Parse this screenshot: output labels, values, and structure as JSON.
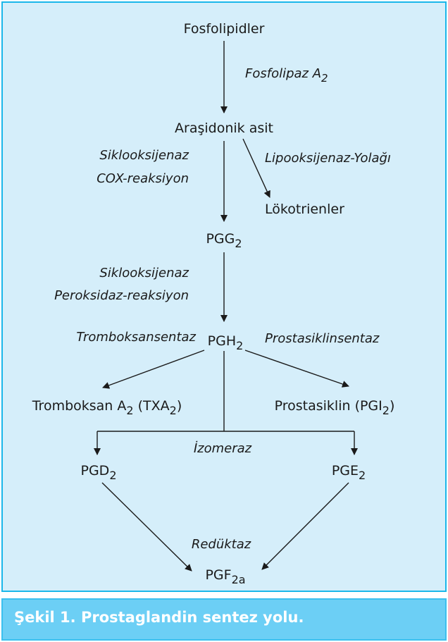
{
  "nodes": {
    "fosfolipidler": "Fosfolipidler",
    "arasidonik": "Araşidonik asit",
    "lokotrienler": "Lökotrienler",
    "pgg": {
      "main": "PGG",
      "sub": "2"
    },
    "pgh": {
      "main": "PGH",
      "sub": "2"
    },
    "txa": {
      "a": "Tromboksan A",
      "s1": "2",
      "b": " (TXA",
      "s2": "2",
      "c": ")"
    },
    "pgi": {
      "a": "Prostasiklin (PGI",
      "s1": "2",
      "b": ")"
    },
    "pgd": {
      "main": "PGD",
      "sub": "2"
    },
    "pge": {
      "main": "PGE",
      "sub": "2"
    },
    "pgf": {
      "main": "PGF",
      "sub": "2a"
    }
  },
  "enzymes": {
    "fosfolipaz": {
      "main": "Fosfolipaz A",
      "sub": "2"
    },
    "cox_1": "Siklooksijenaz",
    "cox_2": "COX-reaksiyon",
    "lipo": "Lipooksijenaz-Yolağı",
    "perox_1": "Siklooksijenaz",
    "perox_2": "Peroksidaz-reaksiyon",
    "tromboksansentaz": "Tromboksansentaz",
    "prostasiklinsentaz": "Prostasiklinsentaz",
    "izomeraz": "İzomeraz",
    "reduktaz": "Redüktaz"
  },
  "caption": "Şekil 1. Prostaglandin sentez yolu.",
  "colors": {
    "panel": "#d5eefa",
    "border": "#1ab7ea",
    "caption_bg": "#6ccff5"
  }
}
